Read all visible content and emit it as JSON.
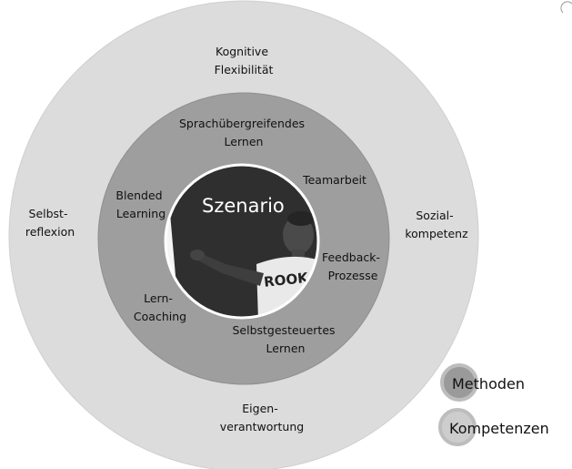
{
  "colors": {
    "outer_ring": "#dcdcdc",
    "outer_ring_stroke": "#cfcfcf",
    "inner_ring": "#9e9e9e",
    "inner_ring_stroke": "#8f8f8f",
    "center_bg": "#ffffff",
    "board": "#2f2f2f",
    "text": "#111111",
    "scenario_text": "#ffffff",
    "legend_methods": "#9a9a9a",
    "legend_competences": "#cdcdcd"
  },
  "center": {
    "title": "Szenario",
    "shirt_text": "ROOK",
    "image": "person-at-board-photo"
  },
  "outer_ring": {
    "labels": [
      {
        "id": "kognitive-flexibilitaet",
        "text": "Kognitive\nFlexibilität"
      },
      {
        "id": "selbstreflexion",
        "text": "Selbst-\nreflexion"
      },
      {
        "id": "sozialkompetenz",
        "text": "Sozial-\nkompetenz"
      },
      {
        "id": "eigenverantwortung",
        "text": "Eigen-\nverantwortung"
      }
    ]
  },
  "inner_ring": {
    "labels": [
      {
        "id": "sprachuebergreifendes-lernen",
        "text": "Sprachübergreifendes\nLernen"
      },
      {
        "id": "teamarbeit",
        "text": "Teamarbeit"
      },
      {
        "id": "blended-learning",
        "text": "Blended\nLearning"
      },
      {
        "id": "feedback-prozesse",
        "text": "Feedback-\nProzesse"
      },
      {
        "id": "lern-coaching",
        "text": "Lern-\nCoaching"
      },
      {
        "id": "selbstgesteuertes-lernen",
        "text": "Selbstgesteuertes\nLernen"
      }
    ]
  },
  "legend": {
    "methods": "Methoden",
    "competences": "Kompetenzen"
  }
}
